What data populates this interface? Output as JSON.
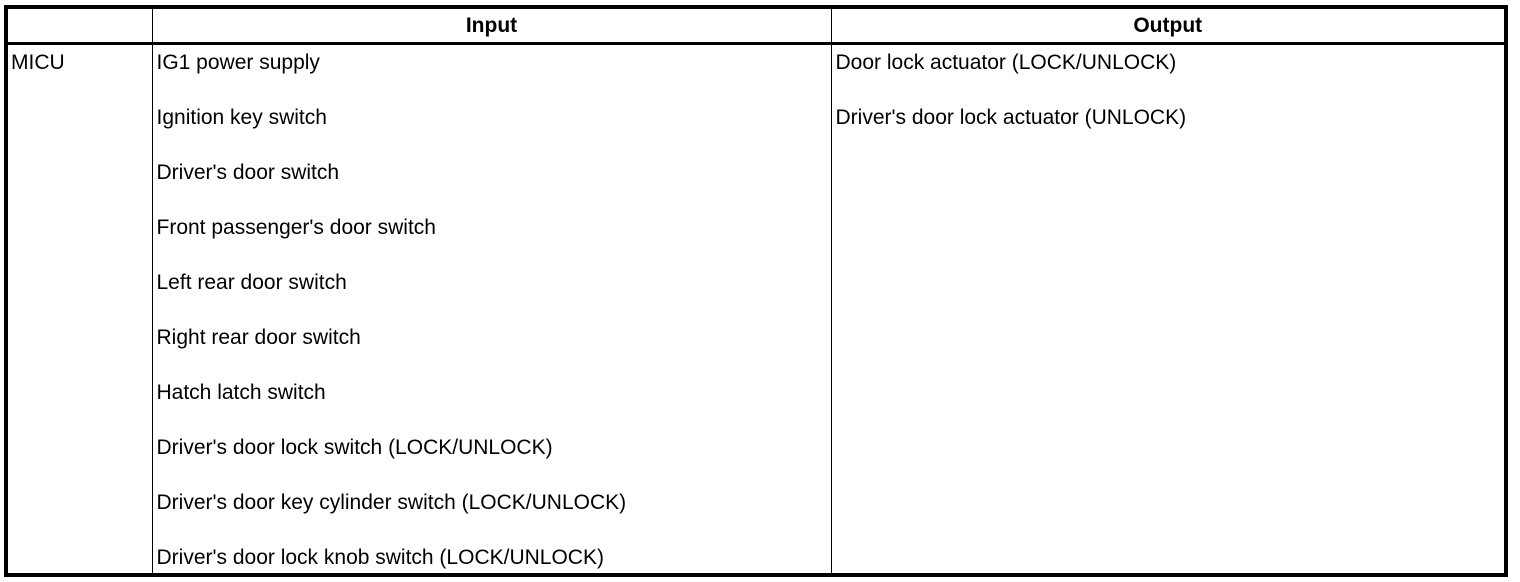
{
  "colors": {
    "border": "#000000",
    "text": "#000000",
    "background": "#ffffff"
  },
  "table": {
    "headers": {
      "unit": "",
      "input": "Input",
      "output": "Output"
    },
    "row": {
      "unit": "MICU",
      "input_items": [
        "IG1 power supply",
        "Ignition key switch",
        "Driver's door switch",
        "Front passenger's door switch",
        "Left rear door switch",
        "Right rear door switch",
        "Hatch latch switch",
        "Driver's door lock switch (LOCK/UNLOCK)",
        "Driver's door key cylinder switch (LOCK/UNLOCK)",
        "Driver's door lock knob switch (LOCK/UNLOCK)"
      ],
      "output_items": [
        "Door lock actuator (LOCK/UNLOCK)",
        "Driver's door lock actuator (UNLOCK)"
      ]
    }
  }
}
